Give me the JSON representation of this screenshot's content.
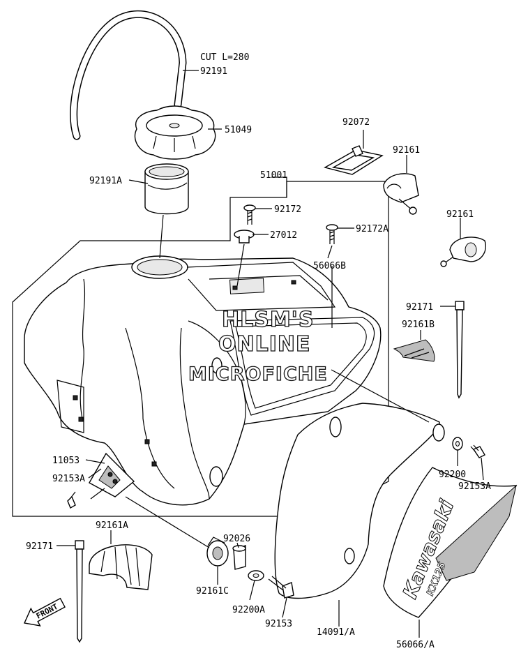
{
  "labels": {
    "cut_note": "CUT L=280",
    "p92191": "92191",
    "p51049": "51049",
    "p92191A": "92191A",
    "p51001": "51001",
    "p92172": "92172",
    "p27012": "27012",
    "p92172A": "92172A",
    "p56066B": "56066B",
    "p92072": "92072",
    "p92161_top": "92161",
    "p92161_mid": "92161",
    "p92171_right": "92171",
    "p92161B": "92161B",
    "p11053": "11053",
    "p92153A_left": "92153A",
    "p92161A": "92161A",
    "p92171_left": "92171",
    "p92026": "92026",
    "p92161C": "92161C",
    "p92200A": "92200A",
    "p92153": "92153",
    "p92200": "92200",
    "p92153A_right": "92153A",
    "p14091A": "14091/A",
    "p56066A": "56066/A",
    "front": "FRONT"
  },
  "watermark": {
    "line1": "HLSM'S",
    "line2": "ONLINE",
    "line3": "MICROFICHE"
  },
  "decal": {
    "brand": "Kawasaki",
    "model": "KX125"
  }
}
